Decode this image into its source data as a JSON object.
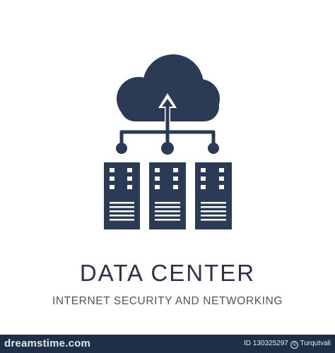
{
  "icon": {
    "name": "data-center-icon",
    "color": "#2b3a55"
  },
  "caption": {
    "title": "DATA CENTER",
    "subtitle": "INTERNET SECURITY AND NETWORKING"
  },
  "footer": {
    "brand_prefix": "dreams",
    "brand_suffix": "time.com",
    "id_text": "ID 130325297",
    "author_text": "Turqutvali",
    "background": "#1f2f45"
  }
}
